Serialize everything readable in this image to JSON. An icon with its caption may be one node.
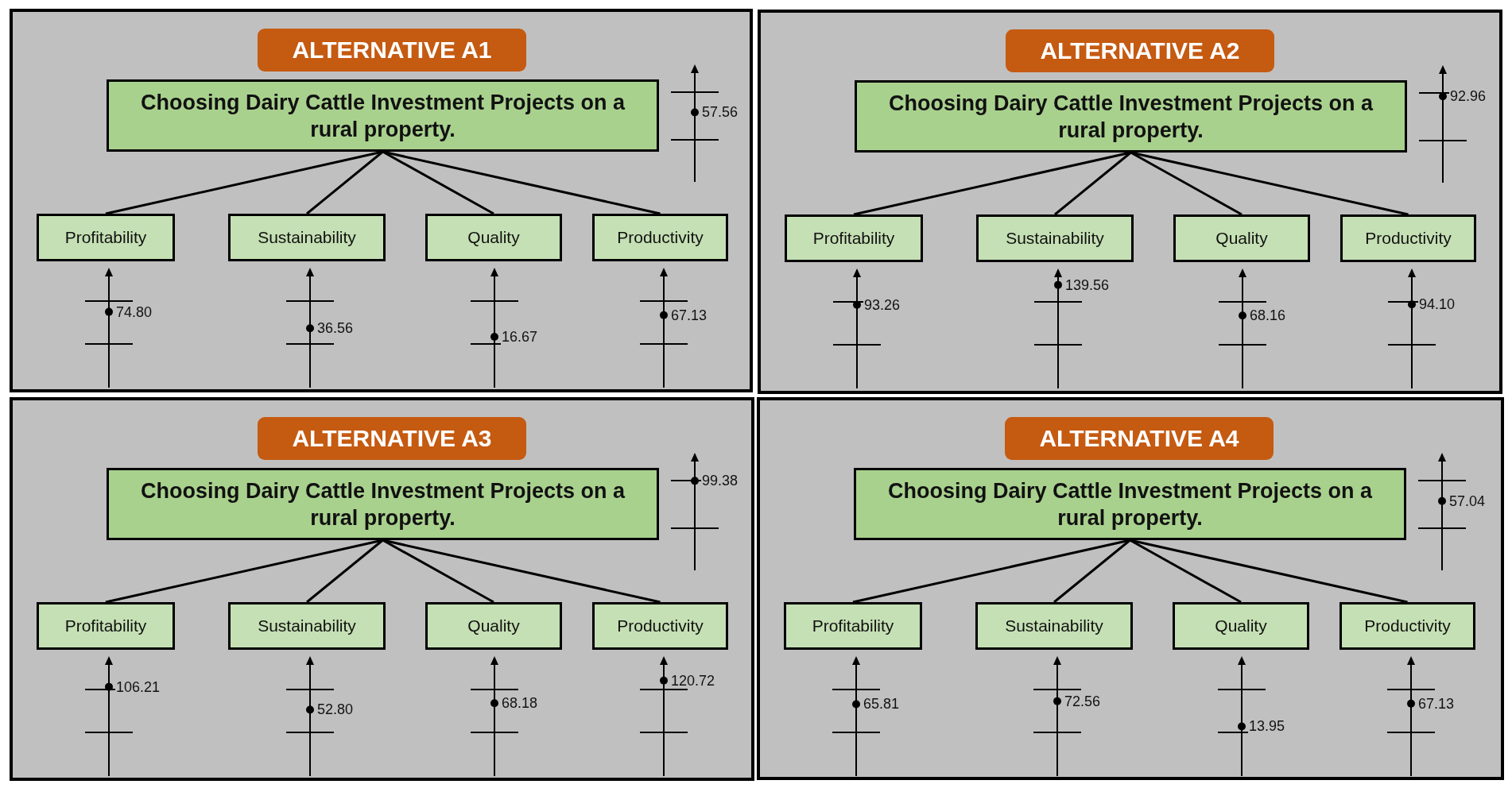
{
  "diagram": {
    "nodes": [
      {
        "text": [],
        "shape": "box"
      },
      {
        "text": [
          "ALTERNATIVE A1"
        ],
        "in": 0
      },
      {
        "text": [
          "Choosing Dairy Cattle Investment Projects on a rural property."
        ],
        "in": 0
      },
      {
        "text": [
          "Profitability"
        ],
        "in": 0
      },
      {
        "text": [
          "Sustainability"
        ],
        "in": 0
      },
      {
        "text": [
          "Quality"
        ],
        "in": 0
      },
      {
        "text": [
          "Productivity"
        ],
        "in": 0
      },
      {
        "text": [],
        "shape": "box"
      },
      {
        "text": [
          "ALTERNATIVE A2"
        ],
        "in": 7
      },
      {
        "text": [
          "Choosing Dairy Cattle Investment Projects on a rural property."
        ],
        "in": 7
      },
      {
        "text": [
          "Profitability"
        ],
        "in": 7
      },
      {
        "text": [
          "Sustainability"
        ],
        "in": 7
      },
      {
        "text": [
          "Quality"
        ],
        "in": 7
      },
      {
        "text": [
          "Productivity"
        ],
        "in": 7
      },
      {
        "text": [],
        "shape": "box"
      },
      {
        "text": [
          "ALTERNATIVE A3"
        ],
        "in": 14
      },
      {
        "text": [
          "Choosing Dairy Cattle Investment Projects on a rural property."
        ],
        "in": 14
      },
      {
        "text": [
          "Profitability"
        ],
        "in": 14
      },
      {
        "text": [
          "Sustainability"
        ],
        "in": 14
      },
      {
        "text": [
          "Quality"
        ],
        "in": 14
      },
      {
        "text": [
          "Productivity"
        ],
        "in": 14
      },
      {
        "text": [],
        "shape": "box"
      },
      {
        "text": [
          "ALTERNATIVE A4"
        ],
        "in": 21
      },
      {
        "text": [
          "Choosing Dairy Cattle Investment Projects on a rural property."
        ],
        "in": 21
      },
      {
        "text": [
          "Profitability"
        ],
        "in": 21
      },
      {
        "text": [
          "Sustainability"
        ],
        "in": 21
      },
      {
        "text": [
          "Quality"
        ],
        "in": 21
      },
      {
        "text": [
          "Productivity"
        ],
        "in": 21
      }
    ],
    "edges": [
      {
        "from": 2,
        "to": 3,
        "arrow": "none"
      },
      {
        "from": 2,
        "to": 4,
        "arrow": "none"
      },
      {
        "from": 2,
        "to": 5,
        "arrow": "none"
      },
      {
        "from": 2,
        "to": 6,
        "arrow": "none"
      },
      {
        "from": 9,
        "to": 10,
        "arrow": "none"
      },
      {
        "from": 9,
        "to": 11,
        "arrow": "none"
      },
      {
        "from": 9,
        "to": 12,
        "arrow": "none"
      },
      {
        "from": 9,
        "to": 13,
        "arrow": "none"
      },
      {
        "from": 16,
        "to": 17,
        "arrow": "none"
      },
      {
        "from": 16,
        "to": 18,
        "arrow": "none"
      },
      {
        "from": 16,
        "to": 19,
        "arrow": "none"
      },
      {
        "from": 16,
        "to": 20,
        "arrow": "none"
      },
      {
        "from": 23,
        "to": 24,
        "arrow": "none"
      },
      {
        "from": 23,
        "to": 25,
        "arrow": "none"
      },
      {
        "from": 23,
        "to": 26,
        "arrow": "none"
      },
      {
        "from": 23,
        "to": 27,
        "arrow": "none"
      }
    ],
    "labels": [
      "57.56",
      "74.80",
      "36.56",
      "16.67",
      "67.13",
      "92.96",
      "93.26",
      "139.56",
      "68.16",
      "94.10",
      "99.38",
      "106.21",
      "52.80",
      "68.18",
      "120.72",
      "57.04",
      "65.81",
      "72.56",
      "13.95",
      "67.13"
    ]
  }
}
